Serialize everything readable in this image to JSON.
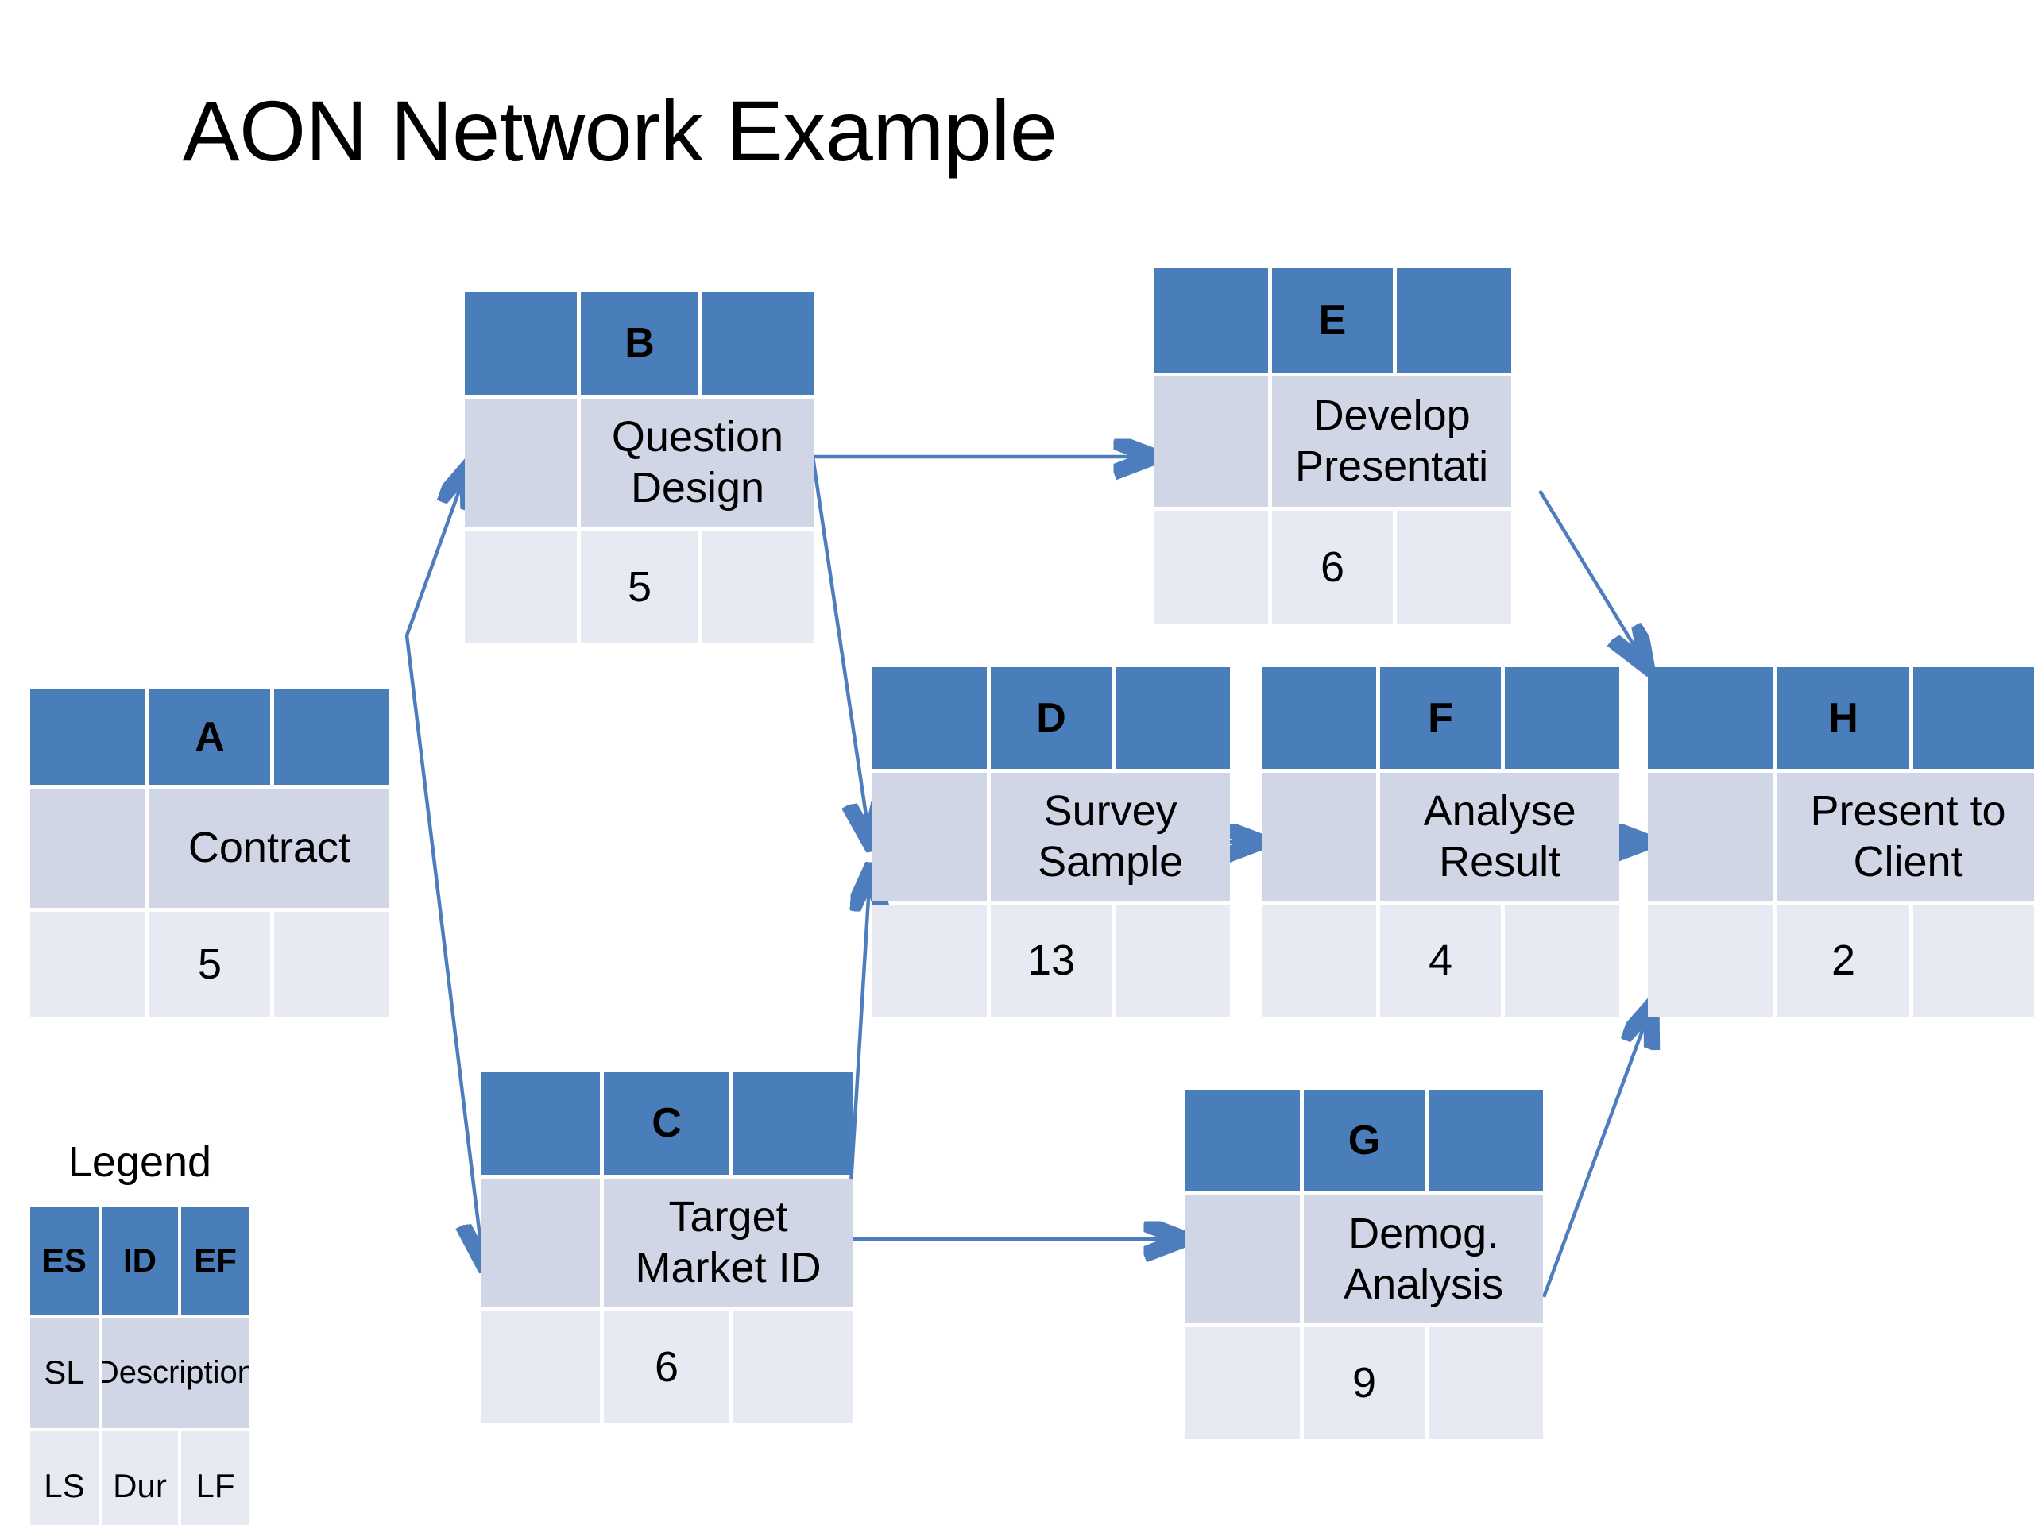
{
  "page": {
    "title": "AON Network Example",
    "background": "#ffffff"
  },
  "colors": {
    "header_blue": "#4A7EBB",
    "description_row": "#D0D6E6",
    "duration_row": "#E7EAF2",
    "arrow": "#4E7DBE",
    "text": "#000000",
    "header_text": "#ffffff"
  },
  "legend": {
    "title": "Legend",
    "header": {
      "es": "ES",
      "id": "ID",
      "ef": "EF"
    },
    "middle": {
      "sl": "SL",
      "description": "Description"
    },
    "bottom": {
      "ls": "LS",
      "dur": "Dur",
      "lf": "LF"
    }
  },
  "chart_data": {
    "type": "diagram",
    "diagram_kind": "activity-on-node-network",
    "title": "AON Network Example",
    "nodes": [
      {
        "id": "A",
        "description": "Contract",
        "duration": 5,
        "es": "",
        "ef": "",
        "sl": "",
        "ls": "",
        "lf": ""
      },
      {
        "id": "B",
        "description": "Question Design",
        "duration": 5,
        "es": "",
        "ef": "",
        "sl": "",
        "ls": "",
        "lf": ""
      },
      {
        "id": "C",
        "description": "Target Market ID",
        "duration": 6,
        "es": "",
        "ef": "",
        "sl": "",
        "ls": "",
        "lf": ""
      },
      {
        "id": "D",
        "description": "Survey Sample",
        "duration": 13,
        "es": "",
        "ef": "",
        "sl": "",
        "ls": "",
        "lf": ""
      },
      {
        "id": "E",
        "description": "Develop Presentati",
        "duration": 6,
        "es": "",
        "ef": "",
        "sl": "",
        "ls": "",
        "lf": ""
      },
      {
        "id": "F",
        "description": "Analyse Result",
        "duration": 4,
        "es": "",
        "ef": "",
        "sl": "",
        "ls": "",
        "lf": ""
      },
      {
        "id": "G",
        "description": "Demog. Analysis",
        "duration": 9,
        "es": "",
        "ef": "",
        "sl": "",
        "ls": "",
        "lf": ""
      },
      {
        "id": "H",
        "description": "Present to Client",
        "duration": 2,
        "es": "",
        "ef": "",
        "sl": "",
        "ls": "",
        "lf": ""
      }
    ],
    "edges": [
      {
        "from": "A",
        "to": "B"
      },
      {
        "from": "A",
        "to": "C"
      },
      {
        "from": "B",
        "to": "E"
      },
      {
        "from": "B",
        "to": "D"
      },
      {
        "from": "C",
        "to": "D"
      },
      {
        "from": "C",
        "to": "G"
      },
      {
        "from": "D",
        "to": "F"
      },
      {
        "from": "F",
        "to": "H"
      },
      {
        "from": "E",
        "to": "H"
      },
      {
        "from": "G",
        "to": "H"
      }
    ]
  },
  "nodes": {
    "A": {
      "id": "A",
      "description": "Contract",
      "duration": "5",
      "es": "",
      "ef": "",
      "sl": "",
      "ls": "",
      "lf": ""
    },
    "B": {
      "id": "B",
      "description": "Question Design",
      "duration": "5",
      "es": "",
      "ef": "",
      "sl": "",
      "ls": "",
      "lf": ""
    },
    "C": {
      "id": "C",
      "description": "Target Market ID",
      "duration": "6",
      "es": "",
      "ef": "",
      "sl": "",
      "ls": "",
      "lf": ""
    },
    "D": {
      "id": "D",
      "description": "Survey Sample",
      "duration": "13",
      "es": "",
      "ef": "",
      "sl": "",
      "ls": "",
      "lf": ""
    },
    "E": {
      "id": "E",
      "description": "Develop Presentati",
      "duration": "6",
      "es": "",
      "ef": "",
      "sl": "",
      "ls": "",
      "lf": ""
    },
    "F": {
      "id": "F",
      "description": "Analyse Result",
      "duration": "4",
      "es": "",
      "ef": "",
      "sl": "",
      "ls": "",
      "lf": ""
    },
    "G": {
      "id": "G",
      "description": "Demog. Analysis",
      "duration": "9",
      "es": "",
      "ef": "",
      "sl": "",
      "ls": "",
      "lf": ""
    },
    "H": {
      "id": "H",
      "description": "Present to Client",
      "duration": "2",
      "es": "",
      "ef": "",
      "sl": "",
      "ls": "",
      "lf": ""
    }
  }
}
